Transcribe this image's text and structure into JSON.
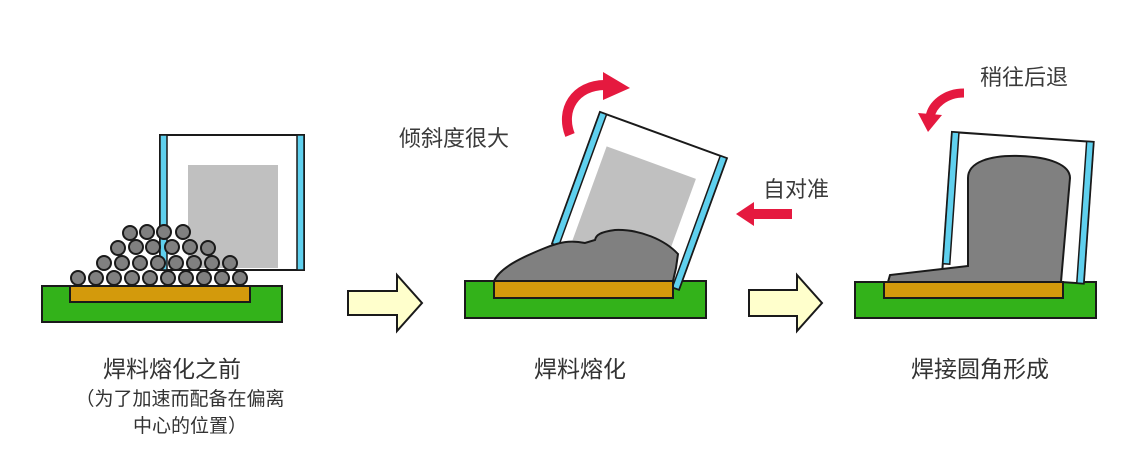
{
  "stages": [
    {
      "caption": "焊料熔化之前",
      "subcaption_line1": "（为了加速而配备在偏离",
      "subcaption_line2": "中心的位置）"
    },
    {
      "caption": "焊料熔化",
      "annotation_tilt": "倾斜度很大",
      "annotation_align": "自对准"
    },
    {
      "caption": "焊接圆角形成",
      "annotation_back": "稍往后退"
    }
  ],
  "colors": {
    "board": "#33b21a",
    "pad": "#d39a0c",
    "solder": "#808080",
    "chip_body": "#c0c0c0",
    "chip_electrode": "#5fd0ee",
    "red_arrow": "#e5193f",
    "flow_arrow": "#ffffcc",
    "outline": "#1a1a1a"
  }
}
